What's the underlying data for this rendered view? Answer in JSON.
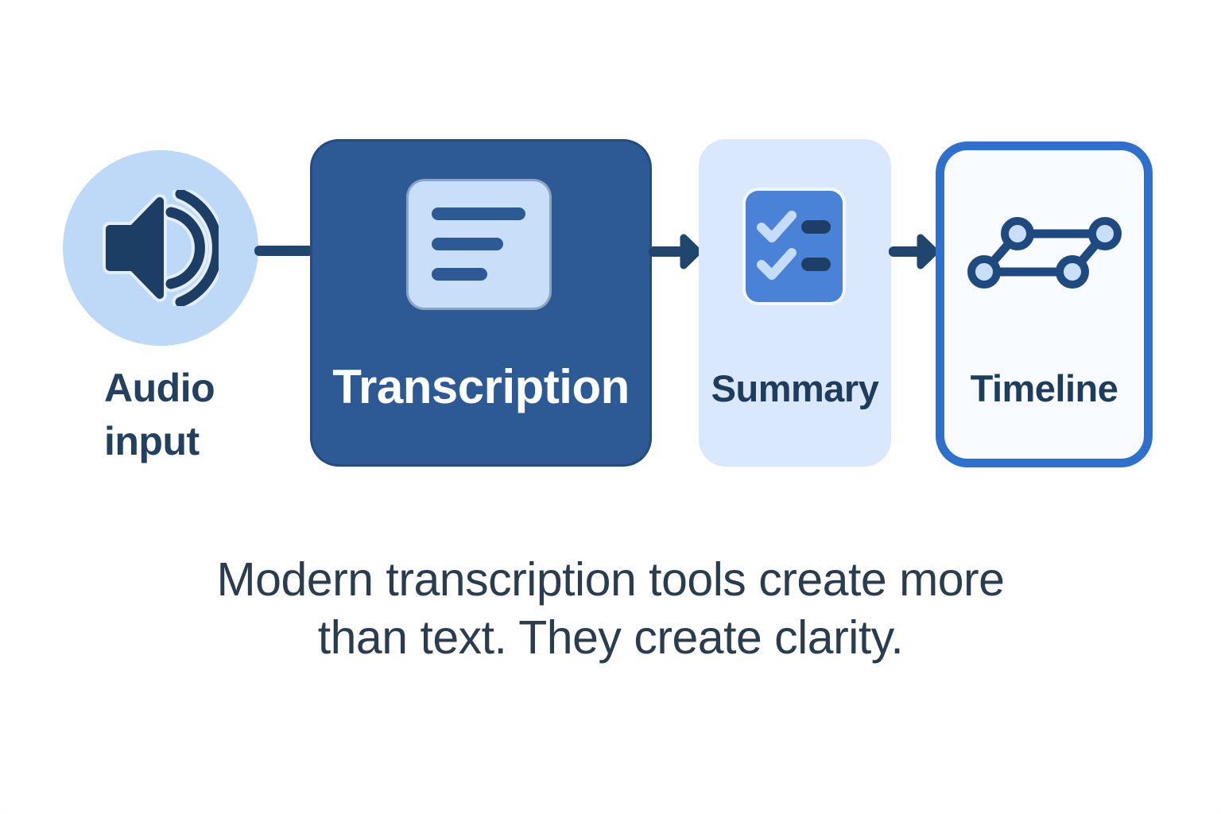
{
  "diagram": {
    "nodes": {
      "audio": {
        "icon": "speaker-icon",
        "label_line1": "Audio",
        "label_line2": "input"
      },
      "transcription": {
        "icon": "document-icon",
        "label": "Transcription"
      },
      "summary": {
        "icon": "checklist-icon",
        "label": "Summary"
      },
      "timeline": {
        "icon": "timeline-icon",
        "label": "Timeline"
      }
    },
    "connectors": [
      "line",
      "arrow-right",
      "arrow-right"
    ]
  },
  "caption": {
    "line1": "Modern transcription tools create more",
    "line2": "than text. They create clarity."
  },
  "colors": {
    "background": "#ffffff",
    "audio_circle_fill": "#bed9f7",
    "speaker_icon": "#1c3d64",
    "arrow": "#21466d",
    "transcription_box": "#2d5a94",
    "document_icon_bg": "#c9def9",
    "document_icon_bars": "#2d5a94",
    "transcription_text": "#ffffff",
    "summary_box": "#d9e8fc",
    "checklist_icon_bg": "#4a82d8",
    "checkmark": "#c6dcfa",
    "checklist_dash": "#1d3f66",
    "timeline_border": "#2f70cc",
    "timeline_box_fill": "#f8fbff",
    "timeline_icon_stroke": "#1f4a80",
    "timeline_node_fill": "#c9def8",
    "node_label_text": "#203c5c",
    "caption_text": "#2b3c4f"
  }
}
